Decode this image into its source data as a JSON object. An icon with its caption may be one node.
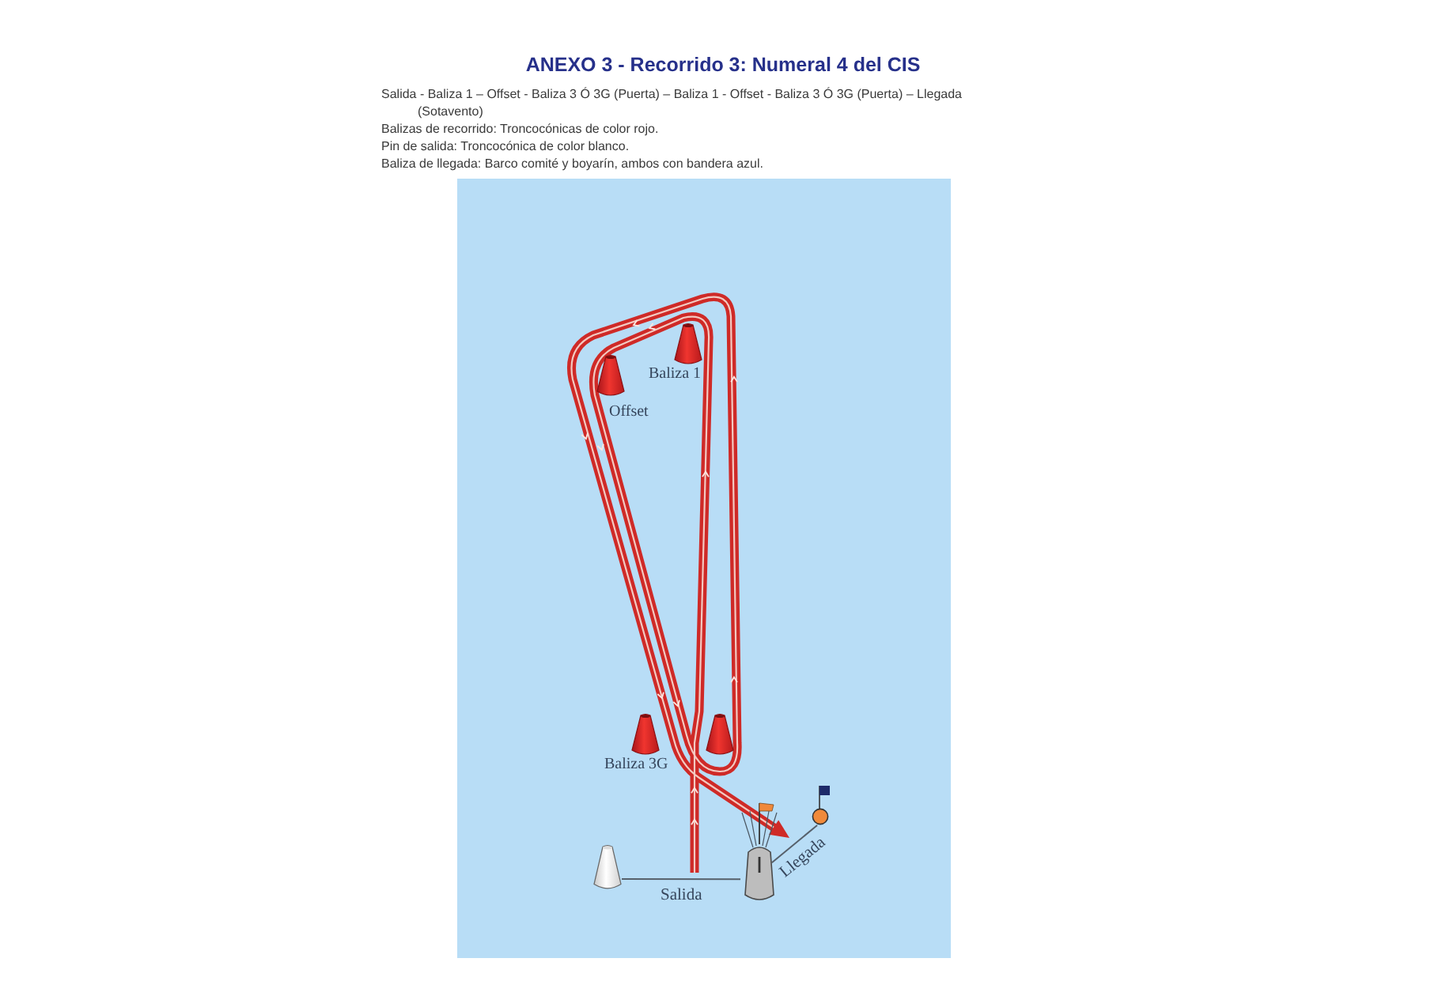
{
  "diagram": {
    "title": "ANEXO 3 - Recorrido 3: Numeral 4 del CIS",
    "nodes": [
      {
        "text": [],
        "shape": "cone",
        "beside": [
          "Baliza 1"
        ]
      },
      {
        "text": [],
        "shape": "cone",
        "beside": [
          "Offset"
        ]
      },
      {
        "text": [],
        "shape": "cone",
        "beside": [
          "Baliza 3G"
        ]
      },
      {
        "text": [],
        "shape": "cone"
      },
      {
        "text": [],
        "shape": "cone"
      },
      {
        "text": [],
        "shape": "picture"
      },
      {
        "text": [],
        "shape": "picture"
      }
    ],
    "edges": [
      {
        "from": 4,
        "to": 5,
        "arrow": "none",
        "label": "Salida"
      },
      {
        "from": 5,
        "to": 6,
        "arrow": "none",
        "label": "Llegada"
      }
    ],
    "labels": [
      "Salida - Baliza 1 – Offset - Baliza 3 Ó 3G (Puerta) – Baliza 1 - Offset - Baliza 3 Ó 3G (Puerta) – Llegada (Sotavento)",
      "Balizas de recorrido: Troncocónicas de color rojo.",
      "Pin de salida: Troncocónica de color blanco.",
      "Baliza de llegada: Barco comité y boyarín, ambos con bandera azul."
    ]
  }
}
